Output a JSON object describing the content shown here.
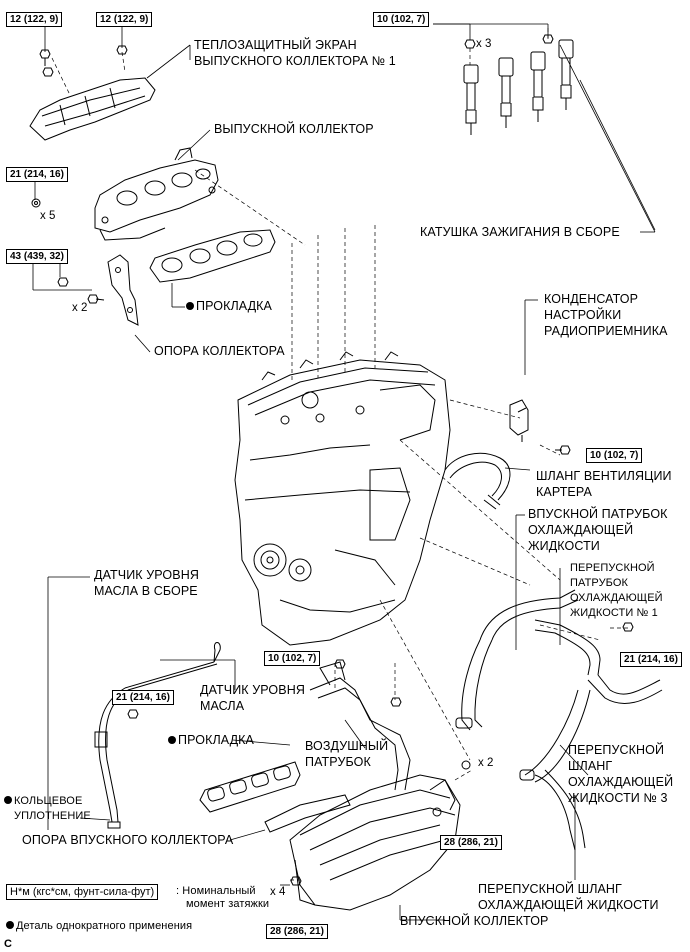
{
  "corner_letter": "C",
  "torque_specs": {
    "t1": "12 (122, 9)",
    "t2": "12 (122, 9)",
    "t3": "10 (102, 7)",
    "t4": "21 (214, 16)",
    "t5": "43 (439, 32)",
    "t6": "10 (102, 7)",
    "t7": "21 (214, 16)",
    "t8": "10 (102, 7)",
    "t9": "21 (214, 16)",
    "t10": "28 (286, 21)",
    "t11": "28 (286, 21)"
  },
  "quantities": {
    "q_coil_bolts": "x 3",
    "q_manifold_nuts": "x 5",
    "q_bracket_bolts": "x 2",
    "q_intake_nuts": "x 2",
    "q_intake_bolts": "x 4"
  },
  "labels": {
    "heat_shield_1": "ТЕПЛОЗАЩИТНЫЙ ЭКРАН",
    "heat_shield_2": "ВЫПУСКНОГО КОЛЛЕКТОРА № 1",
    "exhaust_manifold": "ВЫПУСКНОЙ КОЛЛЕКТОР",
    "ignition_coil": "КАТУШКА ЗАЖИГАНИЯ В СБОРЕ",
    "gasket_exhaust": "ПРОКЛАДКА",
    "manifold_stay": "ОПОРА КОЛЛЕКТОРА",
    "condenser_1": "КОНДЕНСАТОР",
    "condenser_2": "НАСТРОЙКИ",
    "condenser_3": "РАДИОПРИЕМНИКА",
    "pcv_hose_1": "ШЛАНГ ВЕНТИЛЯЦИИ",
    "pcv_hose_2": "КАРТЕРА",
    "water_inlet_1": "ВПУСКНОЙ ПАТРУБОК",
    "water_inlet_2": "ОХЛАЖДАЮЩЕЙ",
    "water_inlet_3": "ЖИДКОСТИ",
    "bypass_pipe_1": "ПЕРЕПУСКНОЙ",
    "bypass_pipe_2": "ПАТРУБОК",
    "bypass_pipe_3": "ОХЛАЖДАЮЩЕЙ",
    "bypass_pipe_4": "ЖИДКОСТИ № 1",
    "oil_gauge_asm_1": "ДАТЧИК УРОВНЯ",
    "oil_gauge_asm_2": "МАСЛА В СБОРЕ",
    "oil_gauge_1": "ДАТЧИК УРОВНЯ",
    "oil_gauge_2": "МАСЛА",
    "gasket_intake": "ПРОКЛАДКА",
    "air_pipe_1": "ВОЗДУШНЫЙ",
    "air_pipe_2": "ПАТРУБОК",
    "o_ring_1": "КОЛЬЦЕВОЕ",
    "o_ring_2": "УПЛОТНЕНИЕ",
    "intake_stay": "ОПОРА ВПУСКНОГО КОЛЛЕКТОРА",
    "bypass_hose3_1": "ПЕРЕПУСКНОЙ",
    "bypass_hose3_2": "ШЛАНГ",
    "bypass_hose3_3": "ОХЛАЖДАЮЩЕЙ",
    "bypass_hose3_4": "ЖИДКОСТИ № 3",
    "bypass_hose_1": "ПЕРЕПУСКНОЙ ШЛАНГ",
    "bypass_hose_2": "ОХЛАЖДАЮЩЕЙ ЖИДКОСТИ",
    "intake_manifold": "ВПУСКНОЙ КОЛЛЕКТОР"
  },
  "legend": {
    "unit_box": "Н*м (кгс*см, фунт-сила-фут)",
    "unit_desc_1": ": Номинальный",
    "unit_desc_2": "момент затяжки",
    "non_reusable": "Деталь однократного применения"
  }
}
